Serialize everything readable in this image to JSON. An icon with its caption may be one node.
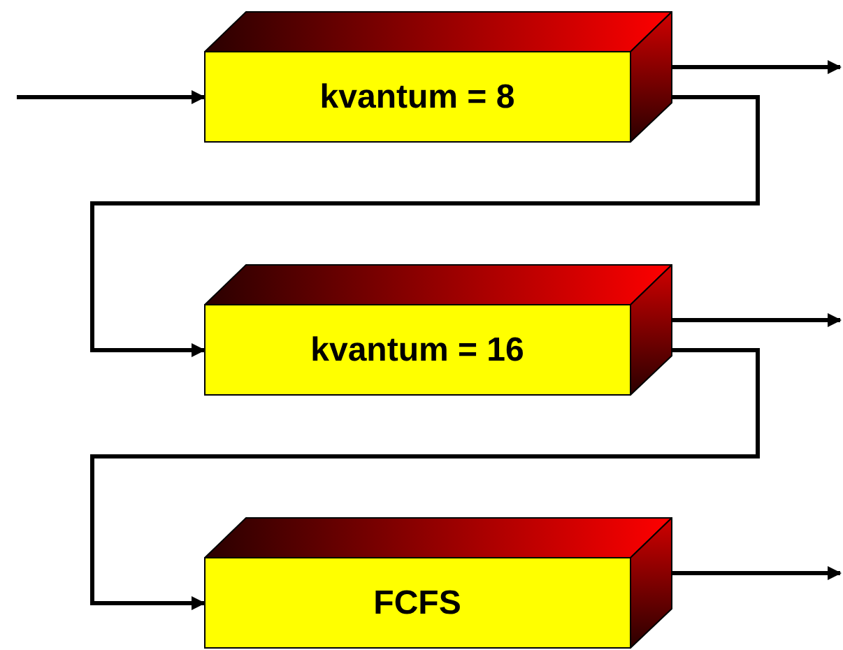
{
  "diagram": {
    "nodes": [
      {
        "text": [
          "kvantum = 8"
        ]
      },
      {
        "text": [
          "kvantum = 16"
        ]
      },
      {
        "text": [
          "FCFS"
        ]
      }
    ],
    "edges": [
      {
        "from": null,
        "to": 0,
        "arrow": "to"
      },
      {
        "from": 0,
        "to": null,
        "arrow": "to"
      },
      {
        "from": 0,
        "to": 1,
        "arrow": "to"
      },
      {
        "from": 1,
        "to": null,
        "arrow": "to"
      },
      {
        "from": 1,
        "to": 2,
        "arrow": "to"
      },
      {
        "from": 2,
        "to": null,
        "arrow": "to"
      }
    ]
  }
}
